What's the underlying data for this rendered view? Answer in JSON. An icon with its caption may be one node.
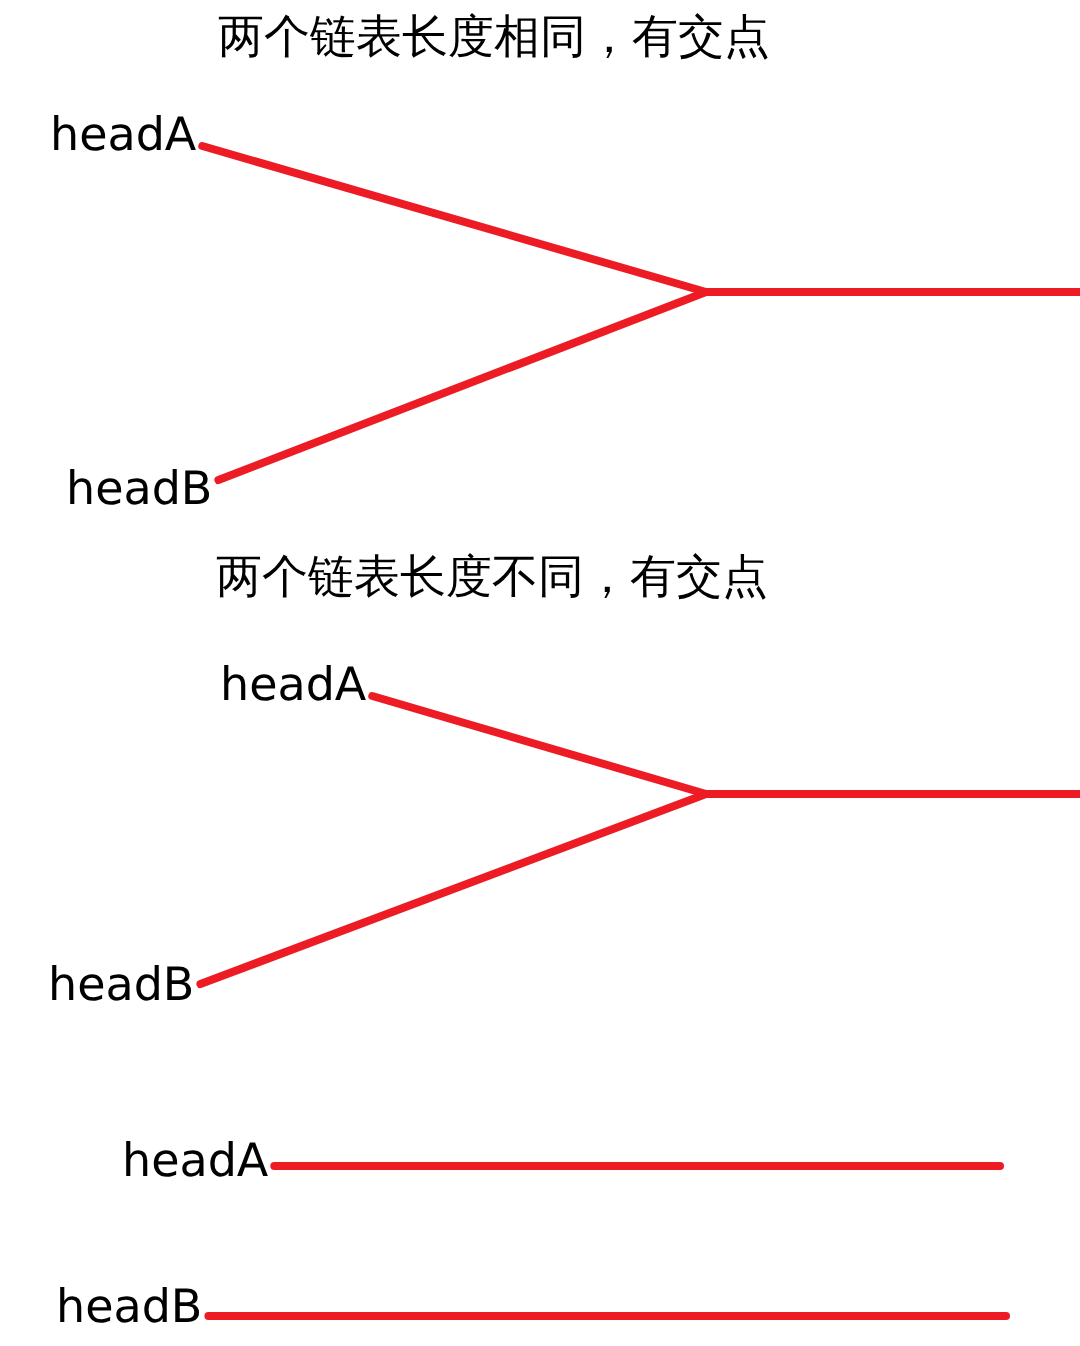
{
  "diagram": {
    "nodes": [
      {
        "text": [
          "headA"
        ]
      },
      {
        "text": [
          "headB"
        ]
      },
      {
        "text": [
          "headA"
        ]
      },
      {
        "text": [
          "headB"
        ]
      },
      {
        "text": [
          "headA"
        ]
      },
      {
        "text": [
          "headB"
        ]
      }
    ],
    "edges": [
      {
        "from": 0,
        "to": null,
        "arrow": "none"
      },
      {
        "from": 1,
        "to": null,
        "arrow": "none"
      },
      {
        "from": 2,
        "to": null,
        "arrow": "none"
      },
      {
        "from": 3,
        "to": null,
        "arrow": "none"
      },
      {
        "from": 4,
        "to": null,
        "arrow": "none"
      },
      {
        "from": 5,
        "to": null,
        "arrow": "none"
      }
    ],
    "labels": [
      "两个链表长度相同，有交点",
      "两个链表长度不同，有交点"
    ]
  }
}
